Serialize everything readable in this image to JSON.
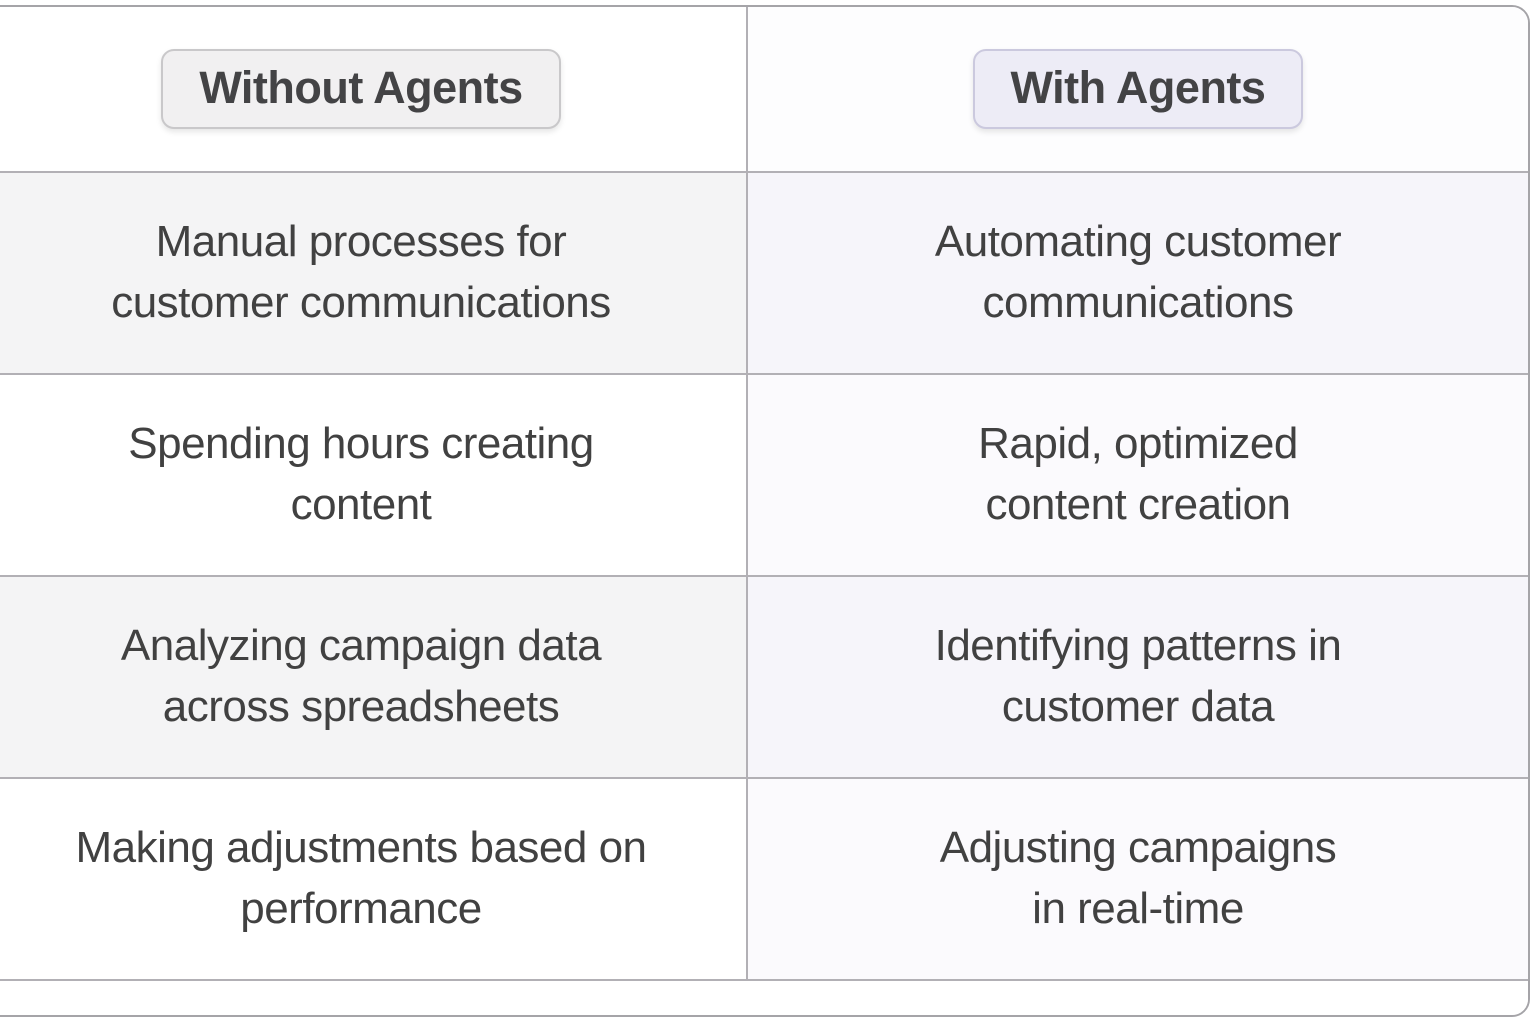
{
  "comparison_table": {
    "headers": {
      "without": {
        "label": "Without Agents",
        "badge_style": "gray"
      },
      "with": {
        "label": "With Agents",
        "badge_style": "purple"
      }
    },
    "rows": [
      {
        "without": "Manual processes for\ncustomer communications",
        "with": "Automating customer\ncommunications"
      },
      {
        "without": "Spending hours creating\ncontent",
        "with": "Rapid, optimized\ncontent creation"
      },
      {
        "without": "Analyzing campaign data\nacross spreadsheets",
        "with": "Identifying patterns in\ncustomer data"
      },
      {
        "without": "Making adjustments based on\nperformance",
        "with": "Adjusting campaigns\nin real-time"
      }
    ]
  },
  "colors": {
    "text": "#414141",
    "card_border": "#a5a4a8",
    "grid_lines": "#b2b0b5",
    "badge_gray_bg": "#f1f0f1",
    "badge_gray_border": "#c9c8ca",
    "badge_purple_bg": "#edecf6",
    "badge_purple_border": "#cbc9de",
    "cell_gray_tint": "#f4f4f5",
    "cell_purple_tint": "#f6f5fa",
    "cell_purple_light": "#fbfafd",
    "background": "#ffffff"
  }
}
